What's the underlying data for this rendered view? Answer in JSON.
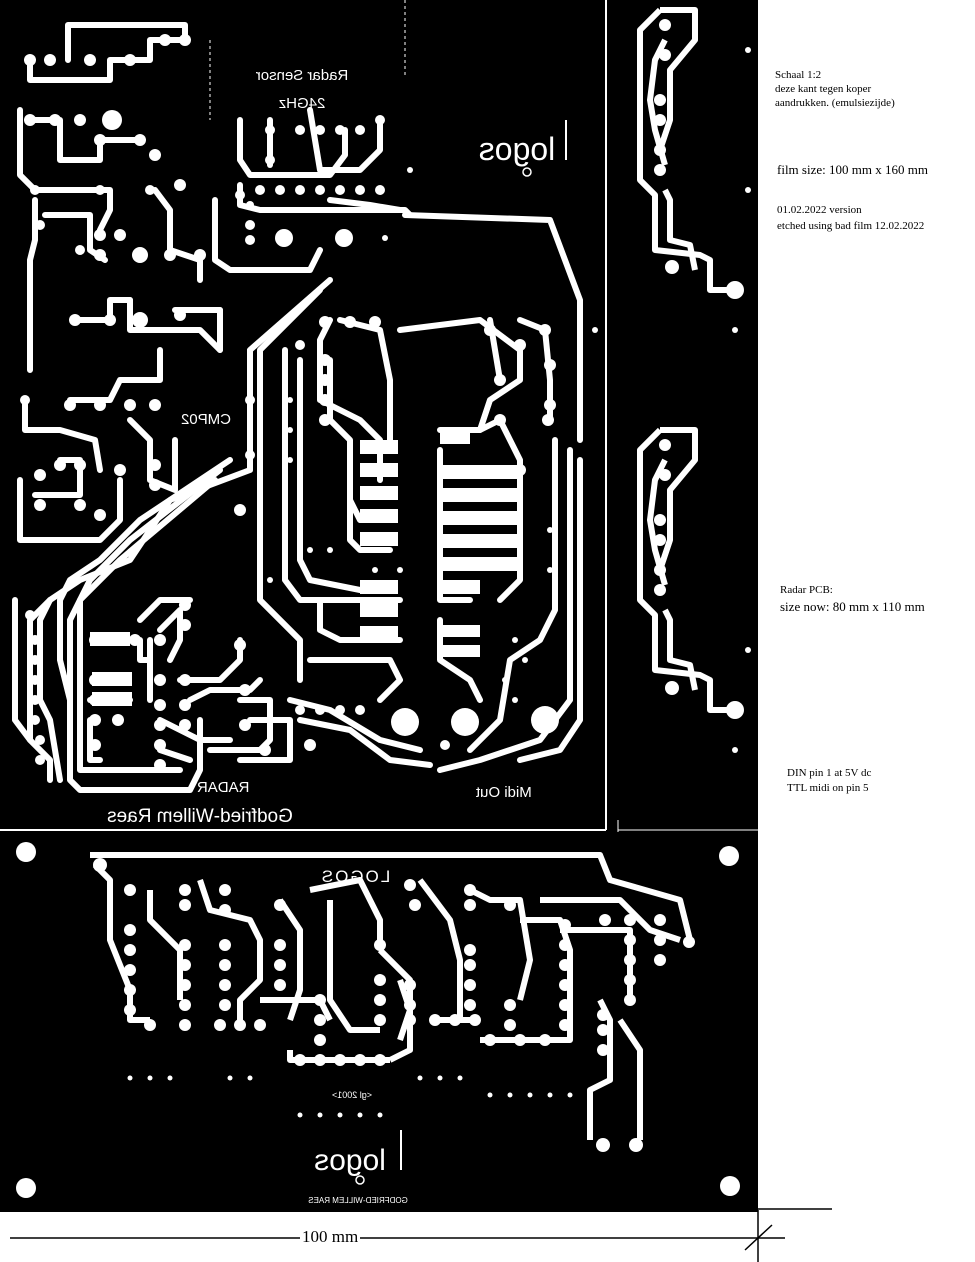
{
  "film": {
    "background_color": "#000000",
    "copper_color": "#ffffff"
  },
  "radar_board": {
    "label_sensor": "Radar Sensor",
    "label_freq": "24GHz",
    "label_chip": "CMP02",
    "label_radar": "RADAR",
    "label_author": "Godfried-Willem Raes",
    "label_midi": "Midi Out",
    "logo": "logos"
  },
  "logic_board": {
    "label_logos": "LOGOS",
    "label_copyright": "<gl 2001>",
    "logo": "logos",
    "label_author": "GODFRIED-WILLEM RAES"
  },
  "notes": {
    "scale": "Schaal 1:2",
    "emulsion_line1": "deze kant tegen koper",
    "emulsion_line2": "aandrukken. (emulsiezijde)",
    "film_size": "film size: 100 mm x 160 mm",
    "version": "01.02.2022 version",
    "etched": "etched using bad film 12.02.2022",
    "radar_pcb": "Radar PCB:",
    "size_now": "size now: 80 mm x  110 mm",
    "din_pin": "DIN pin 1 at 5V dc",
    "ttl_midi": "TTL midi on pin 5"
  },
  "scale_bar": {
    "label": "100 mm"
  }
}
